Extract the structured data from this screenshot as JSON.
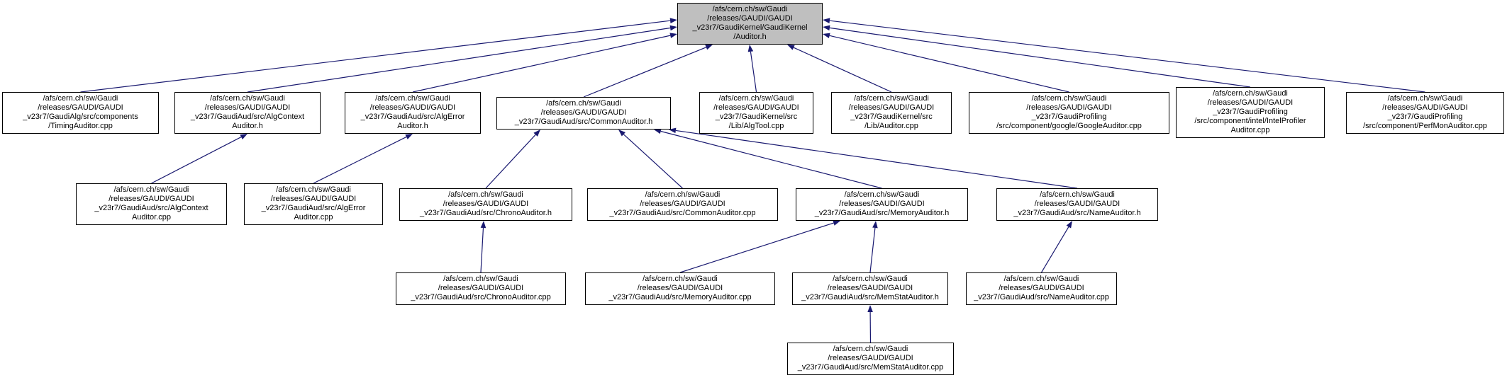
{
  "diagram": {
    "type": "include-dependency-graph",
    "colors": {
      "edge": "#191970",
      "node_fill": "#ffffff",
      "node_border": "#000000",
      "highlight_fill": "#bfbfbf"
    },
    "nodes": {
      "auditor_h": {
        "label": "/afs/cern.ch/sw/Gaudi\n/releases/GAUDI/GAUDI\n_v23r7/GaudiKernel/GaudiKernel\n/Auditor.h",
        "highlighted": true
      },
      "timing_auditor_cpp": {
        "label": "/afs/cern.ch/sw/Gaudi\n/releases/GAUDI/GAUDI\n_v23r7/GaudiAlg/src/components\n/TimingAuditor.cpp",
        "highlighted": false
      },
      "algcontext_auditor_h": {
        "label": "/afs/cern.ch/sw/Gaudi\n/releases/GAUDI/GAUDI\n_v23r7/GaudiAud/src/AlgContext\nAuditor.h",
        "highlighted": false
      },
      "algerror_auditor_h": {
        "label": "/afs/cern.ch/sw/Gaudi\n/releases/GAUDI/GAUDI\n_v23r7/GaudiAud/src/AlgError\nAuditor.h",
        "highlighted": false
      },
      "common_auditor_h": {
        "label": "/afs/cern.ch/sw/Gaudi\n/releases/GAUDI/GAUDI\n_v23r7/GaudiAud/src/CommonAuditor.h",
        "highlighted": false
      },
      "algtool_cpp": {
        "label": "/afs/cern.ch/sw/Gaudi\n/releases/GAUDI/GAUDI\n_v23r7/GaudiKernel/src\n/Lib/AlgTool.cpp",
        "highlighted": false
      },
      "auditor_cpp": {
        "label": "/afs/cern.ch/sw/Gaudi\n/releases/GAUDI/GAUDI\n_v23r7/GaudiKernel/src\n/Lib/Auditor.cpp",
        "highlighted": false
      },
      "google_auditor_cpp": {
        "label": "/afs/cern.ch/sw/Gaudi\n/releases/GAUDI/GAUDI\n_v23r7/GaudiProfiling\n/src/component/google/GoogleAuditor.cpp",
        "highlighted": false
      },
      "intel_profiler_auditor_cpp": {
        "label": "/afs/cern.ch/sw/Gaudi\n/releases/GAUDI/GAUDI\n_v23r7/GaudiProfiling\n/src/component/intel/IntelProfiler\nAuditor.cpp",
        "highlighted": false
      },
      "perfmon_auditor_cpp": {
        "label": "/afs/cern.ch/sw/Gaudi\n/releases/GAUDI/GAUDI\n_v23r7/GaudiProfiling\n/src/component/PerfMonAuditor.cpp",
        "highlighted": false
      },
      "algcontext_auditor_cpp": {
        "label": "/afs/cern.ch/sw/Gaudi\n/releases/GAUDI/GAUDI\n_v23r7/GaudiAud/src/AlgContext\nAuditor.cpp",
        "highlighted": false
      },
      "algerror_auditor_cpp": {
        "label": "/afs/cern.ch/sw/Gaudi\n/releases/GAUDI/GAUDI\n_v23r7/GaudiAud/src/AlgError\nAuditor.cpp",
        "highlighted": false
      },
      "chrono_auditor_h": {
        "label": "/afs/cern.ch/sw/Gaudi\n/releases/GAUDI/GAUDI\n_v23r7/GaudiAud/src/ChronoAuditor.h",
        "highlighted": false
      },
      "common_auditor_cpp": {
        "label": "/afs/cern.ch/sw/Gaudi\n/releases/GAUDI/GAUDI\n_v23r7/GaudiAud/src/CommonAuditor.cpp",
        "highlighted": false
      },
      "memory_auditor_h": {
        "label": "/afs/cern.ch/sw/Gaudi\n/releases/GAUDI/GAUDI\n_v23r7/GaudiAud/src/MemoryAuditor.h",
        "highlighted": false
      },
      "name_auditor_h": {
        "label": "/afs/cern.ch/sw/Gaudi\n/releases/GAUDI/GAUDI\n_v23r7/GaudiAud/src/NameAuditor.h",
        "highlighted": false
      },
      "chrono_auditor_cpp": {
        "label": "/afs/cern.ch/sw/Gaudi\n/releases/GAUDI/GAUDI\n_v23r7/GaudiAud/src/ChronoAuditor.cpp",
        "highlighted": false
      },
      "memory_auditor_cpp": {
        "label": "/afs/cern.ch/sw/Gaudi\n/releases/GAUDI/GAUDI\n_v23r7/GaudiAud/src/MemoryAuditor.cpp",
        "highlighted": false
      },
      "memstat_auditor_h": {
        "label": "/afs/cern.ch/sw/Gaudi\n/releases/GAUDI/GAUDI\n_v23r7/GaudiAud/src/MemStatAuditor.h",
        "highlighted": false
      },
      "name_auditor_cpp": {
        "label": "/afs/cern.ch/sw/Gaudi\n/releases/GAUDI/GAUDI\n_v23r7/GaudiAud/src/NameAuditor.cpp",
        "highlighted": false
      },
      "memstat_auditor_cpp": {
        "label": "/afs/cern.ch/sw/Gaudi\n/releases/GAUDI/GAUDI\n_v23r7/GaudiAud/src/MemStatAuditor.cpp",
        "highlighted": false
      }
    },
    "edges": [
      {
        "from": "timing_auditor_cpp",
        "to": "auditor_h"
      },
      {
        "from": "algcontext_auditor_h",
        "to": "auditor_h"
      },
      {
        "from": "algerror_auditor_h",
        "to": "auditor_h"
      },
      {
        "from": "common_auditor_h",
        "to": "auditor_h"
      },
      {
        "from": "algtool_cpp",
        "to": "auditor_h"
      },
      {
        "from": "auditor_cpp",
        "to": "auditor_h"
      },
      {
        "from": "google_auditor_cpp",
        "to": "auditor_h"
      },
      {
        "from": "intel_profiler_auditor_cpp",
        "to": "auditor_h"
      },
      {
        "from": "perfmon_auditor_cpp",
        "to": "auditor_h"
      },
      {
        "from": "algcontext_auditor_cpp",
        "to": "algcontext_auditor_h"
      },
      {
        "from": "algerror_auditor_cpp",
        "to": "algerror_auditor_h"
      },
      {
        "from": "chrono_auditor_h",
        "to": "common_auditor_h"
      },
      {
        "from": "common_auditor_cpp",
        "to": "common_auditor_h"
      },
      {
        "from": "memory_auditor_h",
        "to": "common_auditor_h"
      },
      {
        "from": "name_auditor_h",
        "to": "common_auditor_h"
      },
      {
        "from": "chrono_auditor_cpp",
        "to": "chrono_auditor_h"
      },
      {
        "from": "memory_auditor_cpp",
        "to": "memory_auditor_h"
      },
      {
        "from": "memstat_auditor_h",
        "to": "memory_auditor_h"
      },
      {
        "from": "name_auditor_cpp",
        "to": "name_auditor_h"
      },
      {
        "from": "memstat_auditor_cpp",
        "to": "memstat_auditor_h"
      }
    ]
  }
}
